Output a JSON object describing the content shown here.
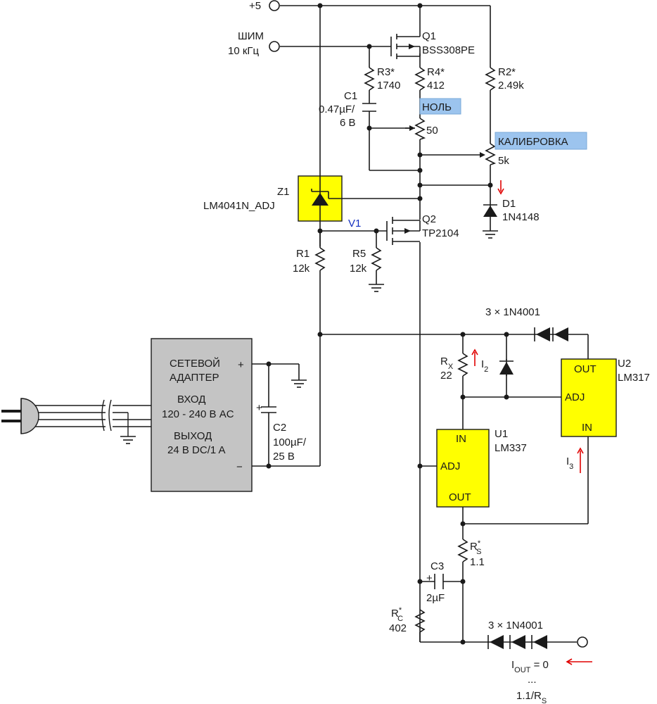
{
  "supply": {
    "plus5": "+5",
    "pwm_line1": "ШИМ",
    "pwm_line2": "10 кГц"
  },
  "q1": {
    "ref": "Q1",
    "part": "BSS308PE"
  },
  "r3": {
    "ref": "R3*",
    "value": "1740"
  },
  "r4": {
    "ref": "R4*",
    "value": "412"
  },
  "r2": {
    "ref": "R2*",
    "value": "2.49k"
  },
  "c1": {
    "ref": "C1",
    "value": "0.47µF/",
    "voltage": "6 В"
  },
  "zero": {
    "tag": "НОЛЬ",
    "pot_value": "50"
  },
  "calib": {
    "tag": "КАЛИБРОВКА",
    "pot_value": "5k"
  },
  "z1": {
    "ref": "Z1",
    "part": "LM4041N_ADJ"
  },
  "d1": {
    "ref": "D1",
    "part": "1N4148"
  },
  "q2": {
    "ref": "Q2",
    "part": "TP2104"
  },
  "v1": "V1",
  "r1": {
    "ref": "R1",
    "value": "12k"
  },
  "r5": {
    "ref": "R5",
    "value": "12k"
  },
  "adapter": {
    "line1": "СЕТЕВОЙ",
    "line2": "АДАПТЕР",
    "line3": "ВХОД",
    "line4": "120 - 240 В AC",
    "line5": "ВЫХОД",
    "line6": "24 В DC/1 A",
    "plus": "+",
    "minus": "−"
  },
  "c2": {
    "ref": "C2",
    "value": "100µF/",
    "voltage": "25 В",
    "plus": "+"
  },
  "diodes_top": "3 × 1N4001",
  "rx": {
    "ref": "R",
    "sub": "X",
    "value": "22"
  },
  "i2": {
    "name": "I",
    "sub": "2"
  },
  "i3": {
    "name": "I",
    "sub": "3"
  },
  "u1": {
    "ref": "U1",
    "part": "LM337",
    "pin_in": "IN",
    "pin_adj": "ADJ",
    "pin_out": "OUT"
  },
  "u2": {
    "ref": "U2",
    "part": "LM317",
    "pin_out": "OUT",
    "pin_adj": "ADJ",
    "pin_in": "IN"
  },
  "rs": {
    "ref": "R",
    "sup": "*",
    "sub": "S",
    "value": "1.1"
  },
  "c3": {
    "ref": "C3",
    "value": "2µF",
    "plus": "+"
  },
  "rc": {
    "ref": "R",
    "sup": "*",
    "sub": "C",
    "value": "402"
  },
  "diodes_bottom": "3 × 1N4001",
  "iout": {
    "name": "I",
    "sub": "OUT",
    "eq": " = 0",
    "dots": "...",
    "range_num": "1.1/R",
    "range_sub": "S"
  },
  "colors": {
    "component_fill": "#ffff00",
    "adapter_fill": "#c4c4c4",
    "tag_fill": "#9cc4ee",
    "arrow": "#e00000",
    "v1_text": "#1530c0"
  }
}
